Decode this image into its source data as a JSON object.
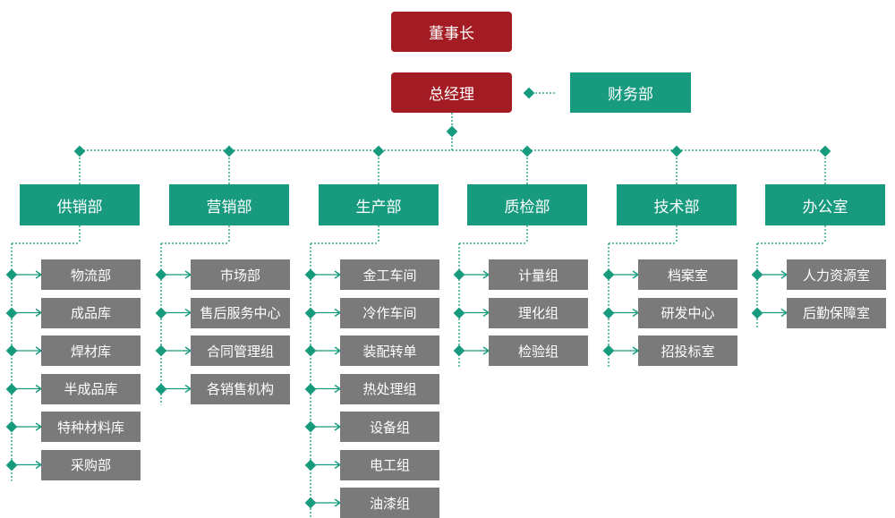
{
  "top": {
    "chairman": "董事长",
    "general_manager": "总经理",
    "finance": "财务部"
  },
  "departments": [
    {
      "name": "供销部",
      "items": [
        "物流部",
        "成品库",
        "焊材库",
        "半成品库",
        "特种材料库",
        "采购部"
      ]
    },
    {
      "name": "营销部",
      "items": [
        "市场部",
        "售后服务中心",
        "合同管理组",
        "各销售机构"
      ]
    },
    {
      "name": "生产部",
      "items": [
        "金工车间",
        "冷作车间",
        "装配转单",
        "热处理组",
        "设备组",
        "电工组",
        "油漆组"
      ]
    },
    {
      "name": "质检部",
      "items": [
        "计量组",
        "理化组",
        "检验组"
      ]
    },
    {
      "name": "技术部",
      "items": [
        "档案室",
        "研发中心",
        "招投标室"
      ]
    },
    {
      "name": "办公室",
      "items": [
        "人力资源室",
        "后勤保障室"
      ]
    }
  ],
  "colors": {
    "red": "#a31c23",
    "green": "#179a7e",
    "gray": "#7a7a7a"
  }
}
